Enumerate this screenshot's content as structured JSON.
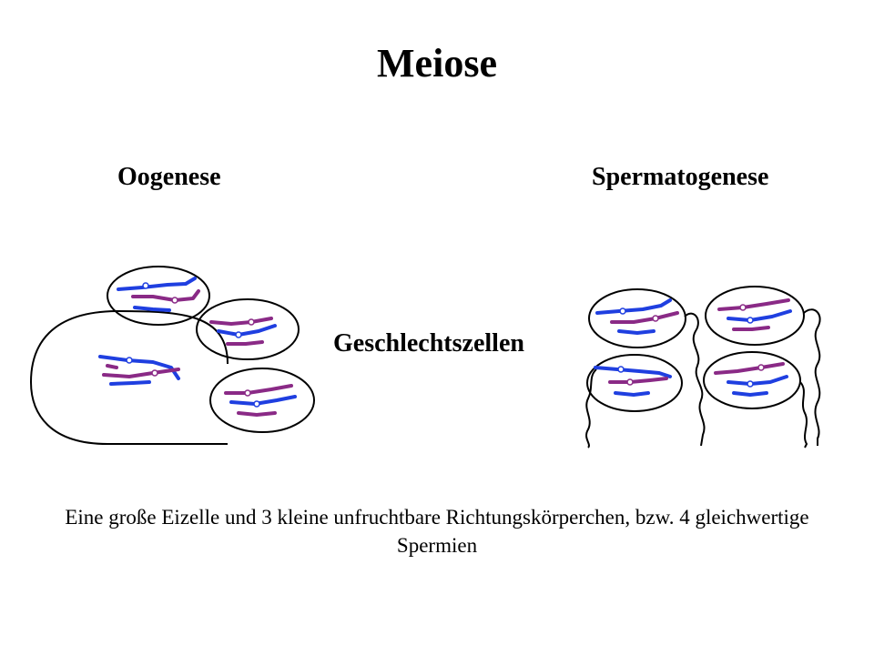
{
  "title": "Meiose",
  "left_heading": "Oogenese",
  "right_heading": "Spermatogenese",
  "center_label": "Geschlechtszellen",
  "caption": "Eine große Eizelle und 3 kleine unfruchtbare Richtungskörperchen, bzw. 4 gleichwertige Spermien",
  "colors": {
    "chromosome_blue": "#1f3fe0",
    "chromosome_purple": "#8a2a86",
    "outline": "#000000"
  }
}
